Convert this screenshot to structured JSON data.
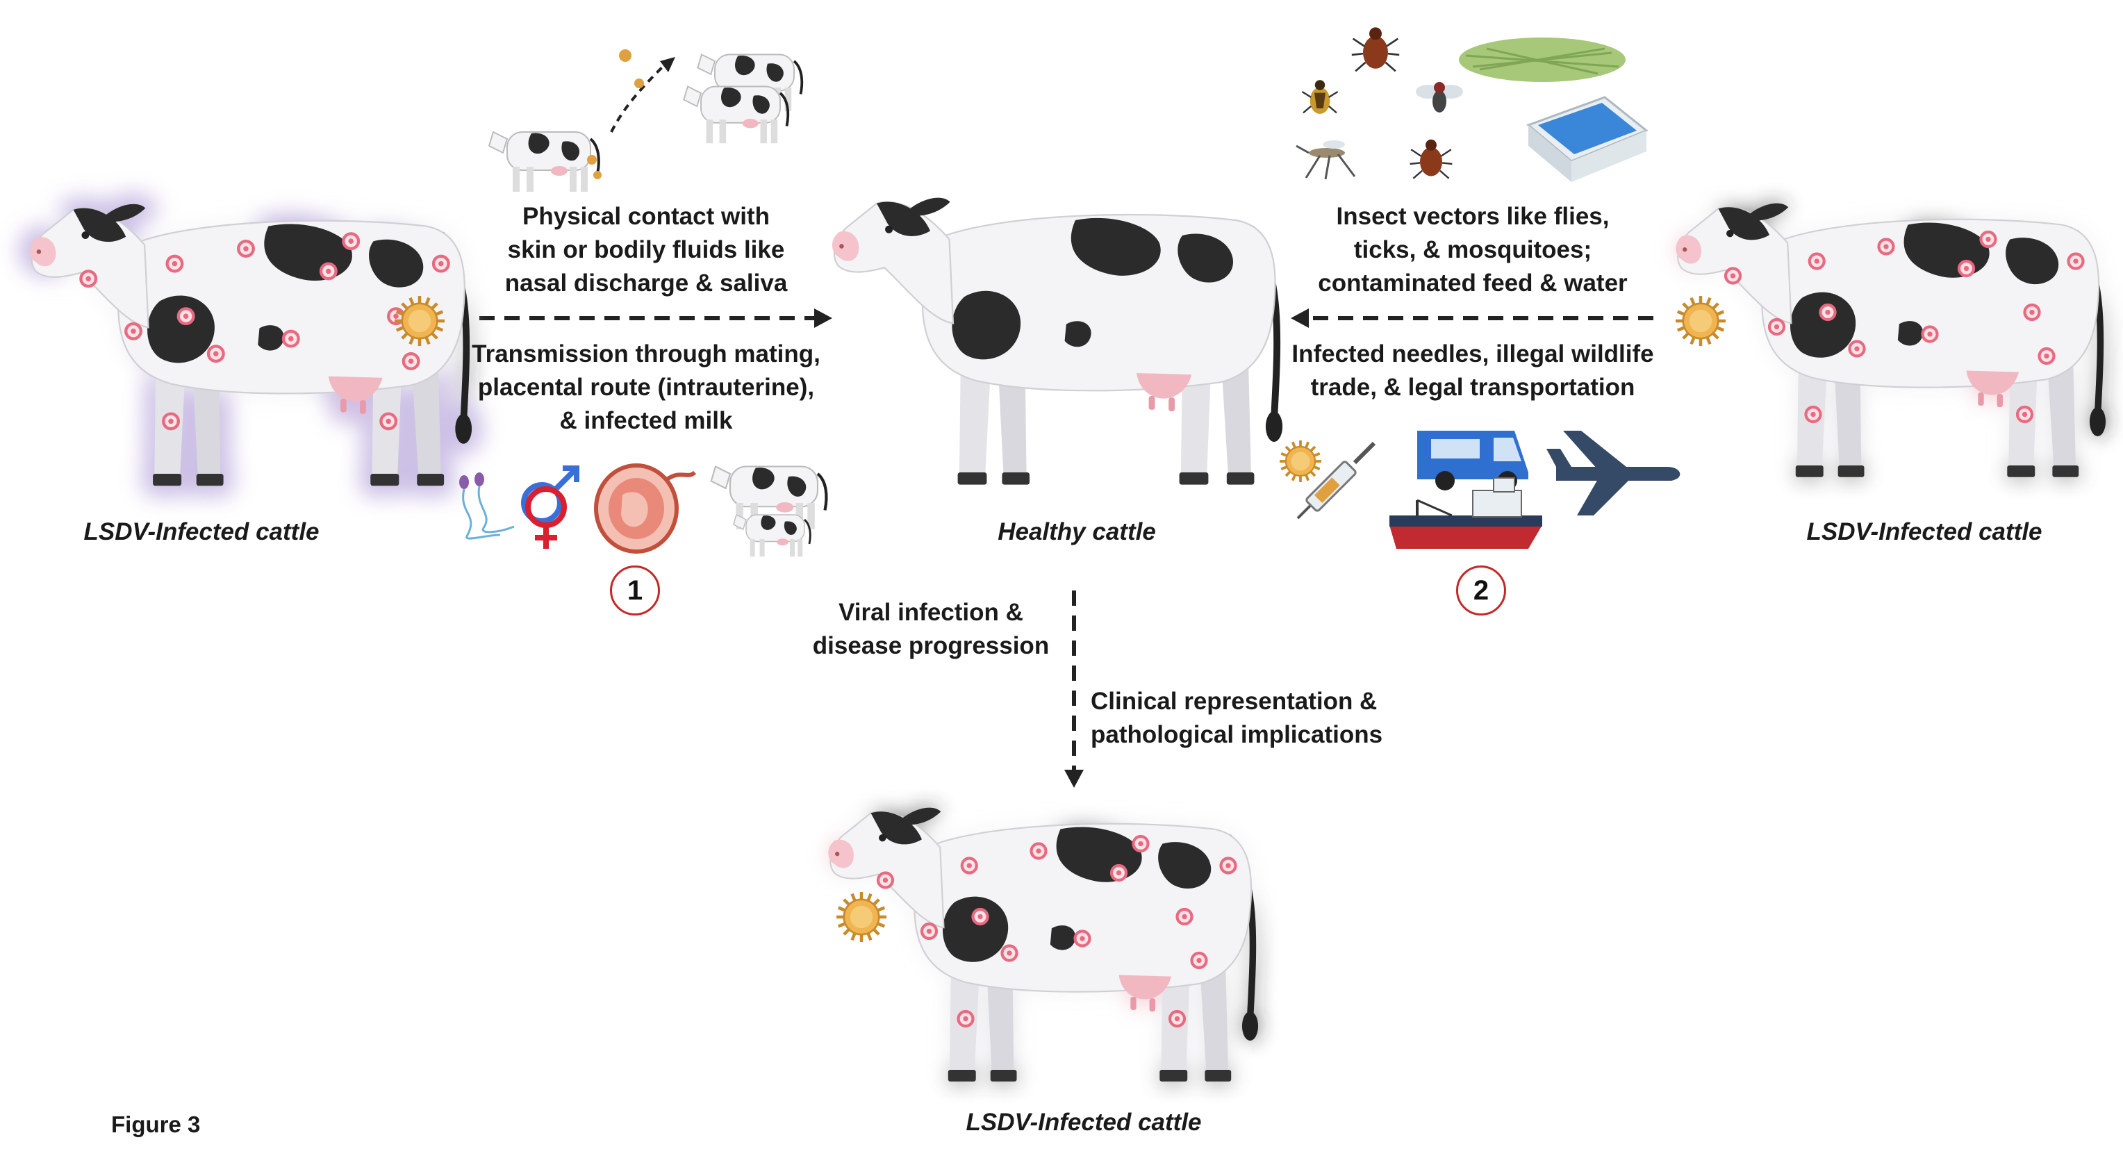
{
  "captions": {
    "infected_left": "LSDV-Infected cattle",
    "healthy": "Healthy cattle",
    "infected_right": "LSDV-Infected cattle",
    "infected_bottom": "LSDV-Infected cattle"
  },
  "route_1": {
    "number": "1",
    "upper_text": [
      "Physical contact with",
      "skin or bodily fluids like",
      "nasal discharge & saliva"
    ],
    "lower_text": [
      "Transmission through mating,",
      "placental route (intrauterine),",
      "& infected milk"
    ]
  },
  "route_2": {
    "number": "2",
    "upper_text": [
      "Insect vectors like flies,",
      "ticks, & mosquitoes;",
      "contaminated feed & water"
    ],
    "lower_text": [
      "Infected needles, illegal wildlife",
      "trade, & legal transportation"
    ]
  },
  "progression": {
    "left_text": [
      "Viral infection &",
      "disease progression"
    ],
    "right_text": [
      "Clinical representation &",
      "pathological implications"
    ]
  },
  "figure_label": "Figure 3",
  "icons": [
    "virus-icon",
    "sperm-icon",
    "gender-symbol-icon",
    "fetus-uterus-icon",
    "cow-calf-icon",
    "tick-icon",
    "beetle-icon",
    "fly-icon",
    "mosquito-icon",
    "hay-icon",
    "water-trough-icon",
    "syringe-icon",
    "van-icon",
    "airplane-icon",
    "ship-icon"
  ],
  "colors": {
    "lesion": "#e86a80",
    "infected_glow": "#b7a6dc",
    "virus": "#e0a040",
    "step_circle": "#c62828",
    "arrow": "#222222"
  }
}
